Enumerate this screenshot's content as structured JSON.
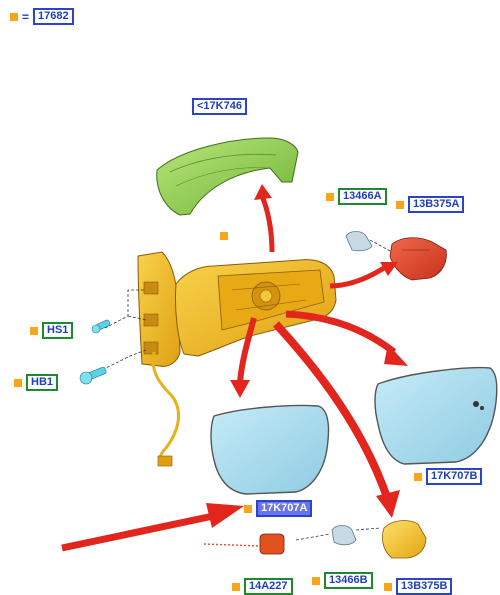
{
  "legend": {
    "equals_sign": "=",
    "base_part": "17682"
  },
  "parts": {
    "cover": "<17K746",
    "lamp_bulb_top": "13466A",
    "lamp_housing_top": "13B375A",
    "screw_hs1": "HS1",
    "bolt_hb1": "HB1",
    "glass_right": "17K707B",
    "glass_left": "17K707A",
    "connector": "14A227",
    "lamp_bulb_bottom": "13466B",
    "lamp_housing_bottom": "13B375B"
  },
  "colors": {
    "marker": "#f7a51b",
    "label_border_blue": "#2a45c9",
    "label_border_green": "#1d8a2e",
    "label_text": "#1f3fb8",
    "highlight_fill": "#6a73f2",
    "arrow": "#e2261d",
    "cover": "#8fd14f",
    "housing": "#f2b81d",
    "glass": "#a9dcee",
    "lamp_red": "#e4462a",
    "lamp_yellow": "#f4c11f"
  }
}
